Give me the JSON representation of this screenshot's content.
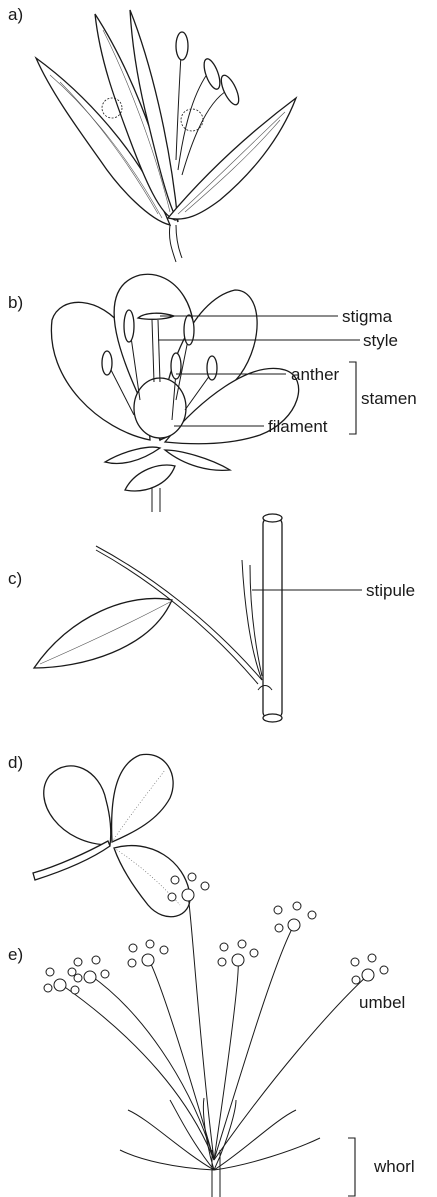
{
  "figure": {
    "panels": [
      {
        "id": "a",
        "letter": "a)"
      },
      {
        "id": "b",
        "letter": "b)"
      },
      {
        "id": "c",
        "letter": "c)"
      },
      {
        "id": "d",
        "letter": "d)"
      },
      {
        "id": "e",
        "letter": "e)"
      }
    ],
    "labels": {
      "stigma": "stigma",
      "style": "style",
      "anther": "anther",
      "filament": "filament",
      "stamen": "stamen",
      "stipule": "stipule",
      "umbel": "umbel",
      "whorl": "whorl"
    }
  }
}
